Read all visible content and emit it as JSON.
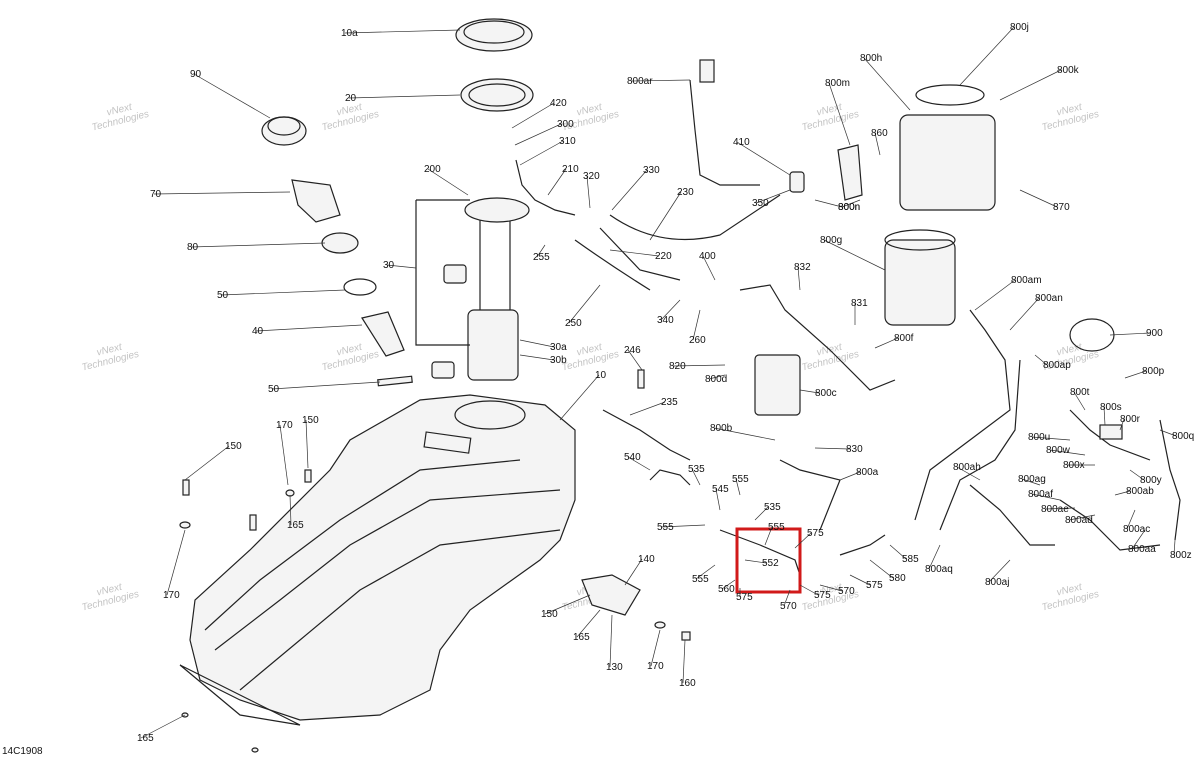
{
  "diagram": {
    "drawing_code": "14C1908",
    "watermark_lines": [
      "vNext",
      "Technologies"
    ],
    "highlight_color": "#d11a1a",
    "line_color": "#222222",
    "callouts": [
      "10a",
      "90",
      "20",
      "420",
      "300",
      "310",
      "70",
      "200",
      "210",
      "320",
      "330",
      "230",
      "800ar",
      "410",
      "350",
      "800m",
      "800h",
      "800j",
      "800k",
      "860",
      "800n",
      "870",
      "80",
      "30",
      "255",
      "220",
      "400",
      "250",
      "50",
      "40",
      "340",
      "260",
      "832",
      "800g",
      "800am",
      "800an",
      "831",
      "900",
      "820",
      "800f",
      "30a",
      "30b",
      "246",
      "10",
      "800d",
      "800c",
      "800ap",
      "800p",
      "800t",
      "800s",
      "800r",
      "800q",
      "235",
      "800b",
      "830",
      "800a",
      "170",
      "150",
      "800u",
      "800w",
      "800x",
      "540",
      "535",
      "555",
      "545",
      "800ah",
      "800ag",
      "800y",
      "800af",
      "800ab",
      "800ae",
      "800ad",
      "800ac",
      "552",
      "560",
      "575",
      "570",
      "580",
      "585",
      "800aq",
      "800aj",
      "800aa",
      "800z",
      "140",
      "130",
      "160",
      "165"
    ]
  }
}
